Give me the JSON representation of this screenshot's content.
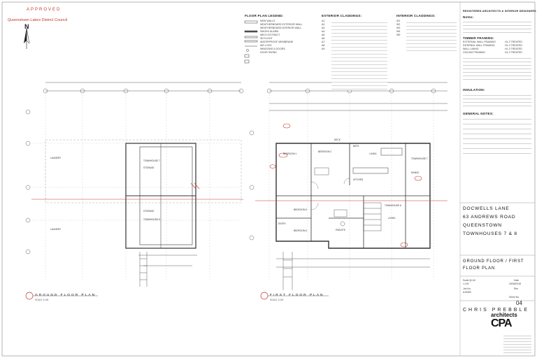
{
  "stamp": {
    "status": "APPROVED",
    "council": "Queenstown Lakes District Council"
  },
  "north": "N",
  "legend": {
    "title": "FLOOR PLAN LEGEND:",
    "items": [
      "NEW WALLS",
      "WEATHERBOARD EXTERIOR WALL",
      "WEATHERBOARD INTERIOR WALL",
      "SMOKE ALARM",
      "MECH EXTRACT",
      "SKYLIGHT",
      "WATERPROOF MEMBRANE",
      "AIR LOCK",
      "WINDOWS & DOORS",
      "DOOR SWING"
    ]
  },
  "ext_claddings": {
    "title": "EXTERIOR CLADDINGS:",
    "codes": [
      "A1",
      "A2",
      "A3",
      "A4",
      "A5",
      "A6",
      "A7",
      "A8",
      "A9"
    ]
  },
  "int_claddings": {
    "title": "INTERIOR CLADDINGS:",
    "codes": [
      "W1",
      "W2",
      "W3",
      "W4",
      "W5"
    ]
  },
  "side_notes": {
    "header": "REGISTERED ARCHITECTS & INTERIOR DESIGNERS",
    "notes_title": "Notes:",
    "timber_title": "TIMBER FRAMING:",
    "timber_items": [
      "EXTERNAL WALL FRAMING",
      "INTERNAL WALL FRAMING",
      "WALL LINING",
      "CEILING FRAMING"
    ],
    "timber_codes": [
      "H1.2 TREATED",
      "H1.2 TREATED",
      "H1.2 TREATED",
      "H1.2 TREATED"
    ],
    "insulation_title": "INSULATION:",
    "general_title": "GENERAL NOTES:"
  },
  "title_block": {
    "project_lines": [
      "DOCWELLS LANE",
      "63 ANDREWS ROAD",
      "QUEENSTOWN",
      "TOWNHOUSES 7 & 8"
    ],
    "plan_title_lines": [
      "GROUND FLOOR / FIRST",
      "FLOOR PLAN"
    ],
    "scale_label": "Scale @ A3",
    "scale_value": "1:100",
    "date_label": "Date",
    "date_value": "29/06/2018",
    "job_label": "Job No.",
    "job_value": "A15069",
    "rev_label": "Rev",
    "rev_value": "",
    "sheet_label": "Sheet No.",
    "sheet_value": "04",
    "firm_name": "CHRIS PREBBLE",
    "firm_type": "architects",
    "firm_mark": "CPA"
  },
  "plans": {
    "ground": {
      "label": "GROUND FLOOR PLAN",
      "scale": "SCALE 1:100"
    },
    "first": {
      "label": "FIRST FLOOR PLAN",
      "scale": "SCALE 1:100"
    }
  },
  "rooms": {
    "townhouse7": "TOWNHOUSE 7",
    "townhouse8": "TOWNHOUSE 8",
    "laundry": "LAUNDRY",
    "storage": "STORAGE",
    "bedroom1": "BEDROOM 1",
    "bedroom2": "BEDROOM 2",
    "bath": "BATH",
    "living": "LIVING",
    "kitchen": "KITCHEN",
    "dining": "DINING",
    "deck": "DECK",
    "entry": "ENTRY",
    "bedroom3": "BEDROOM 3",
    "bedroom4": "BEDROOM 4",
    "ensuite": "ENSUITE"
  }
}
